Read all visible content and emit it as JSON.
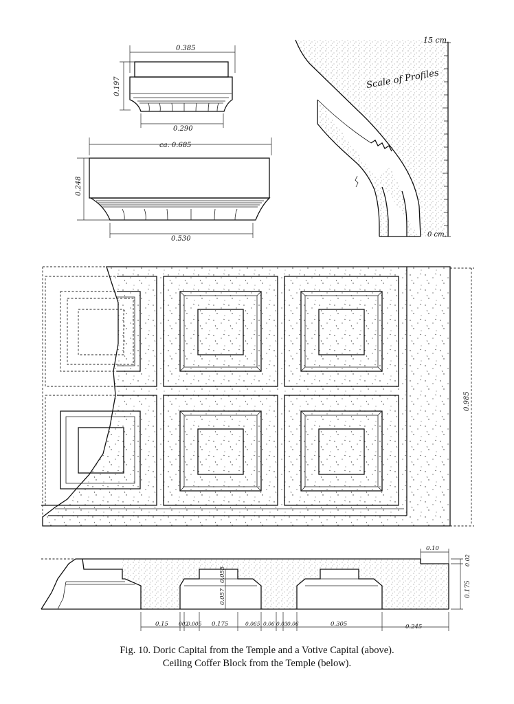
{
  "capitals": {
    "votive": {
      "top_width": "0.385",
      "height": "0.197",
      "bottom_width": "0.290"
    },
    "doric": {
      "top_width": "ca. 0.685",
      "height": "0.248",
      "bottom_width": "0.530"
    }
  },
  "profile_scale": {
    "label": "Scale of Profiles",
    "top": "15 cm.",
    "bottom": "0 cm."
  },
  "coffer_plan": {
    "height": "0.985"
  },
  "coffer_section": {
    "top_width": "0.10",
    "top_thickness": "0.02",
    "height": "0.175",
    "riser_a": "0.055",
    "riser_b": "0.057",
    "bottom_segments": [
      "0.15",
      "002",
      "0.005",
      "0.175",
      "0.065",
      "0.06",
      "0.03",
      "0.06",
      "0.305",
      "0.245"
    ]
  },
  "caption": {
    "line1": "Fig. 10.  Doric Capital from the Temple and a Votive Capital (above).",
    "line2": "Ceiling Coffer Block from the Temple (below)."
  },
  "colors": {
    "ink": "#111111",
    "paper": "#ffffff"
  }
}
